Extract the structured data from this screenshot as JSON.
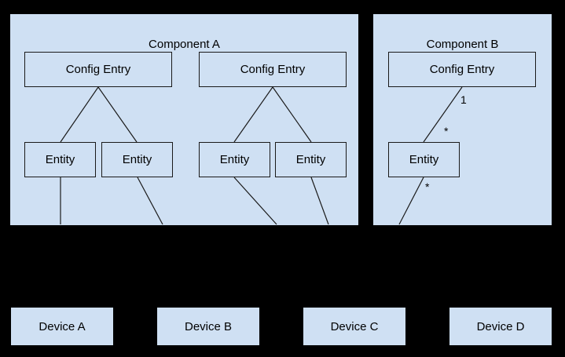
{
  "diagram": {
    "title": "Component / Config Entry / Entity / Device relationship diagram",
    "background_color": "#000000",
    "fill_color": "#cfe0f3",
    "stroke_color": "#1a1a1a"
  },
  "components": [
    {
      "id": "component-a",
      "label": "Component A",
      "config_entries": [
        {
          "label": "Config Entry",
          "entities": [
            {
              "label": "Entity"
            },
            {
              "label": "Entity"
            }
          ]
        },
        {
          "label": "Config Entry",
          "entities": [
            {
              "label": "Entity"
            },
            {
              "label": "Entity"
            }
          ]
        }
      ]
    },
    {
      "id": "component-b",
      "label": "Component B",
      "config_entries": [
        {
          "label": "Config Entry",
          "entities": [
            {
              "label": "Entity"
            }
          ]
        }
      ]
    }
  ],
  "cardinalities": [
    {
      "id": "config-entry-to-entity-one",
      "label": "1"
    },
    {
      "id": "config-entry-to-entity-many",
      "label": "*"
    },
    {
      "id": "entity-to-device-many",
      "label": "*"
    }
  ],
  "devices": [
    {
      "label": "Device A"
    },
    {
      "label": "Device B"
    },
    {
      "label": "Device C"
    },
    {
      "label": "Device D"
    }
  ]
}
